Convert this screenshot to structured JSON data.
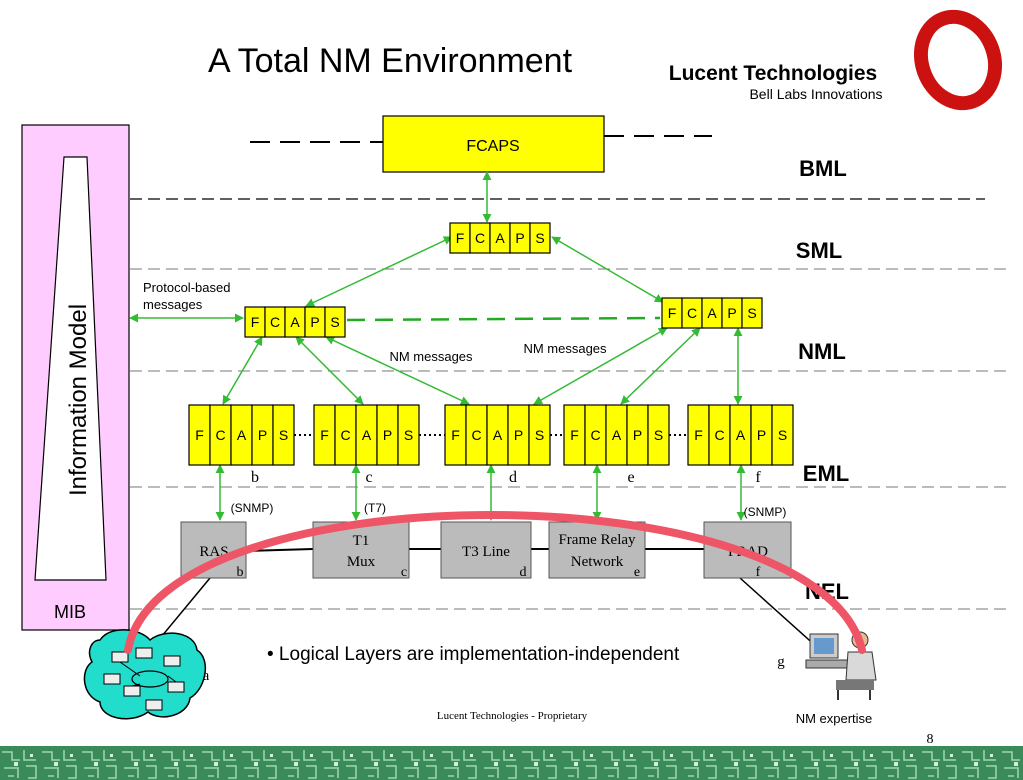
{
  "title": "A Total NM Environment",
  "brand": {
    "name": "Lucent Technologies",
    "tagline": "Bell Labs Innovations",
    "logo_color": "#cc1111"
  },
  "information_model": {
    "label": "Information Model",
    "mib_label": "MIB",
    "fill_color": "#ffccff"
  },
  "fcaps_top": "FCAPS",
  "fcaps_letters": [
    "F",
    "C",
    "A",
    "P",
    "S"
  ],
  "box_color": "#ffff00",
  "layers": {
    "bml": "BML",
    "sml": "SML",
    "nml": "NML",
    "eml": "EML",
    "nel": "NEL"
  },
  "notes": {
    "protocol_line1": "Protocol-based",
    "protocol_line2": "messages",
    "nm_messages_left": "NM messages",
    "nm_messages_right": "NM messages"
  },
  "eml_labels": [
    "b",
    "c",
    "d",
    "e",
    "f"
  ],
  "protocols": {
    "ras": "(SNMP)",
    "t1": "(T7)",
    "frad": "(SNMP)"
  },
  "devices": {
    "ras": {
      "line1": "RAS",
      "tag": "b"
    },
    "t1_mux": {
      "line1": "T1",
      "line2": "Mux",
      "tag": "c"
    },
    "t3_line": {
      "line1": "T3 Line",
      "tag": "d"
    },
    "frame_relay": {
      "line1": "Frame Relay",
      "line2": "Network",
      "tag": "e"
    },
    "frad": {
      "line1": "FRAD",
      "tag": "f"
    }
  },
  "network_tag": "a",
  "operator_tag": "g",
  "bullet": "• Logical Layers are implementation-independent",
  "operator_caption": "NM expertise",
  "footer": "Lucent Technologies - Proprietary",
  "page_number": "8",
  "colors": {
    "arrow_green": "#33bb33",
    "dashed_green": "#22aa22",
    "arc_red": "#ee5566",
    "network_teal": "#22ddcc",
    "device_gray": "#bbbbbb",
    "footer_green": "#3a8a5a"
  }
}
